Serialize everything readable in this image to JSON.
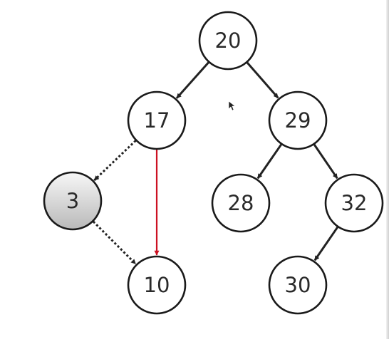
{
  "colors": {
    "edge": "#222222",
    "highlight_edge": "#cc1122",
    "node_stroke": "#1a1a1a",
    "node_fill": "#ffffff",
    "highlight_node_fill_top": "#f7f7f7",
    "highlight_node_fill_bottom": "#b9b9b9"
  },
  "tree": {
    "nodes": [
      {
        "id": "n20",
        "label": "20",
        "highlighted": false
      },
      {
        "id": "n17",
        "label": "17",
        "highlighted": false
      },
      {
        "id": "n29",
        "label": "29",
        "highlighted": false
      },
      {
        "id": "n3",
        "label": "3",
        "highlighted": true
      },
      {
        "id": "n28",
        "label": "28",
        "highlighted": false
      },
      {
        "id": "n32",
        "label": "32",
        "highlighted": false
      },
      {
        "id": "n10",
        "label": "10",
        "highlighted": false
      },
      {
        "id": "n30",
        "label": "30",
        "highlighted": false
      }
    ],
    "edges": [
      {
        "from": "n20",
        "to": "n17",
        "style": "solid"
      },
      {
        "from": "n20",
        "to": "n29",
        "style": "solid"
      },
      {
        "from": "n17",
        "to": "n3",
        "style": "dotted"
      },
      {
        "from": "n17",
        "to": "n10",
        "style": "highlight"
      },
      {
        "from": "n3",
        "to": "n10",
        "style": "dotted"
      },
      {
        "from": "n29",
        "to": "n28",
        "style": "solid"
      },
      {
        "from": "n29",
        "to": "n32",
        "style": "solid"
      },
      {
        "from": "n32",
        "to": "n30",
        "style": "solid"
      }
    ]
  },
  "cursor": {
    "icon": "mouse-pointer-icon"
  }
}
